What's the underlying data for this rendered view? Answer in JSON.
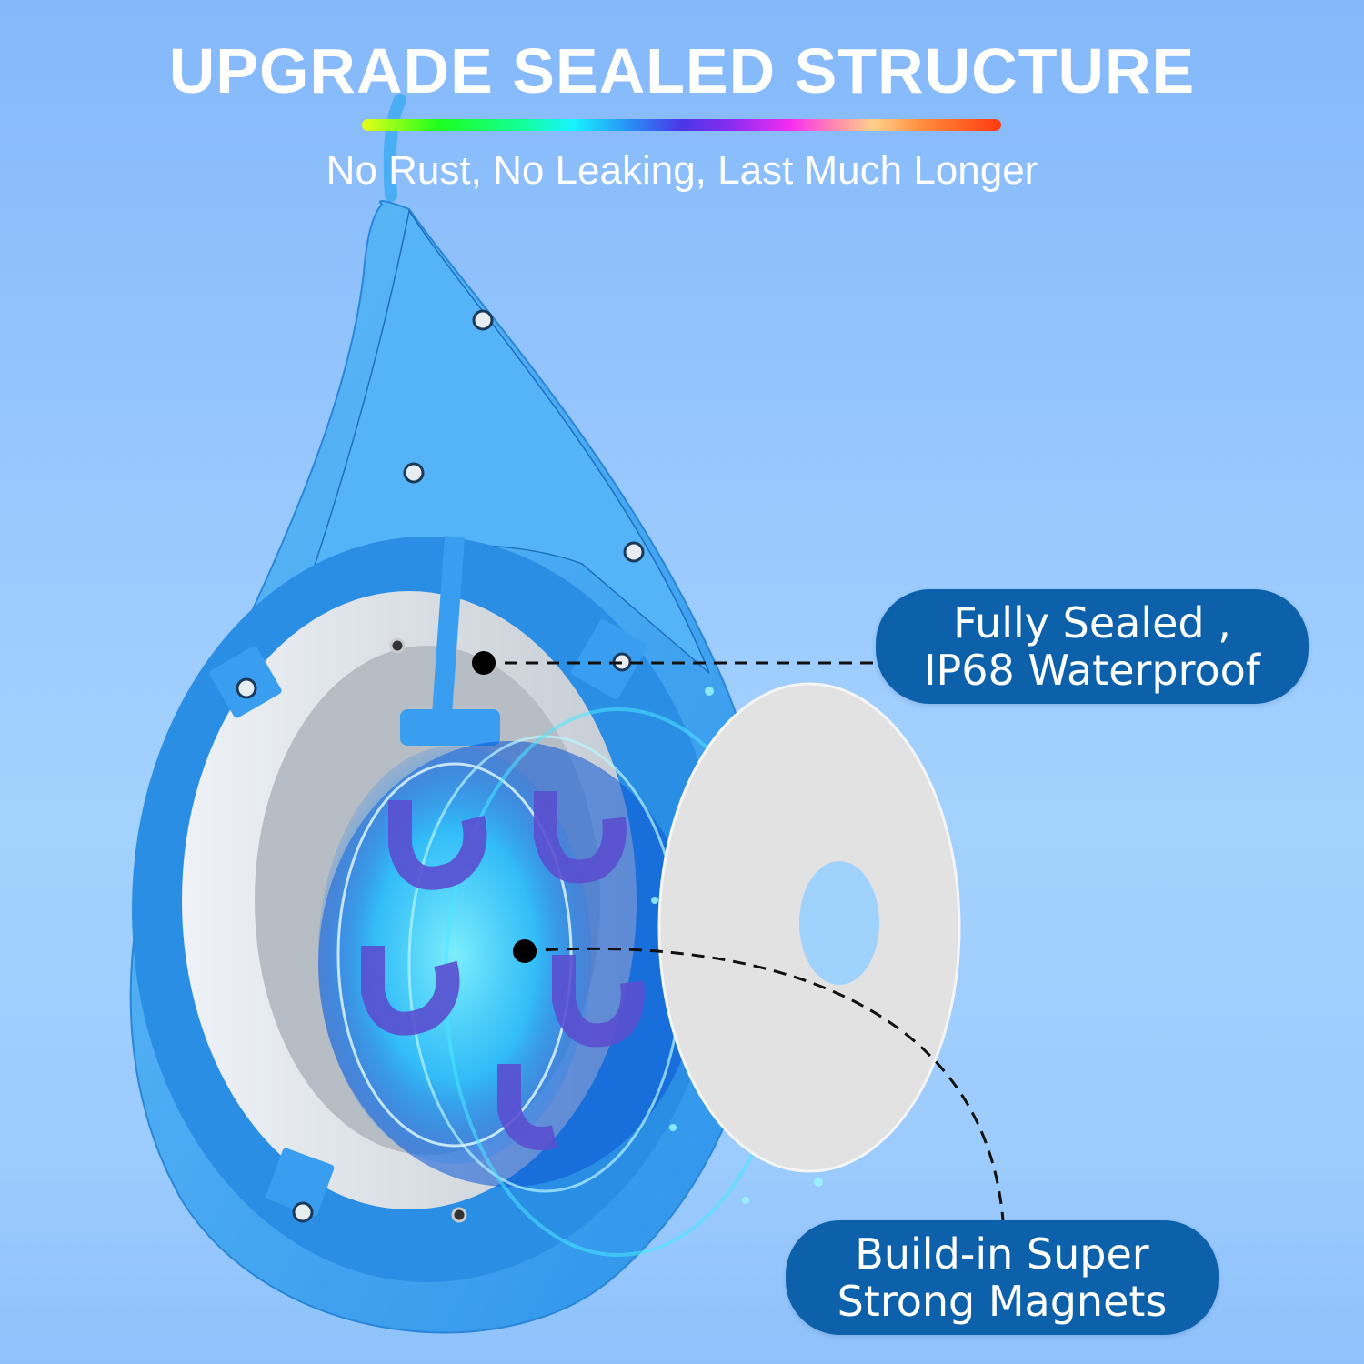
{
  "header": {
    "title": "UPGRADE SEALED STRUCTURE",
    "subtitle": "No Rust, No Leaking, Last Much Longer"
  },
  "callouts": [
    {
      "line1": "Fully Sealed ,",
      "line2": "IP68 Waterproof"
    },
    {
      "line1": "Build-in Super",
      "line2": "Strong Magnets"
    }
  ],
  "colors": {
    "background_top": "#84b8fa",
    "background_mid": "#a4d2fe",
    "pill": "#0d61ab",
    "device_blue": "#4aaef5",
    "gasket": "#e2e2e2",
    "magnet": "#5a4fd0",
    "glow": "#38e6ff"
  }
}
